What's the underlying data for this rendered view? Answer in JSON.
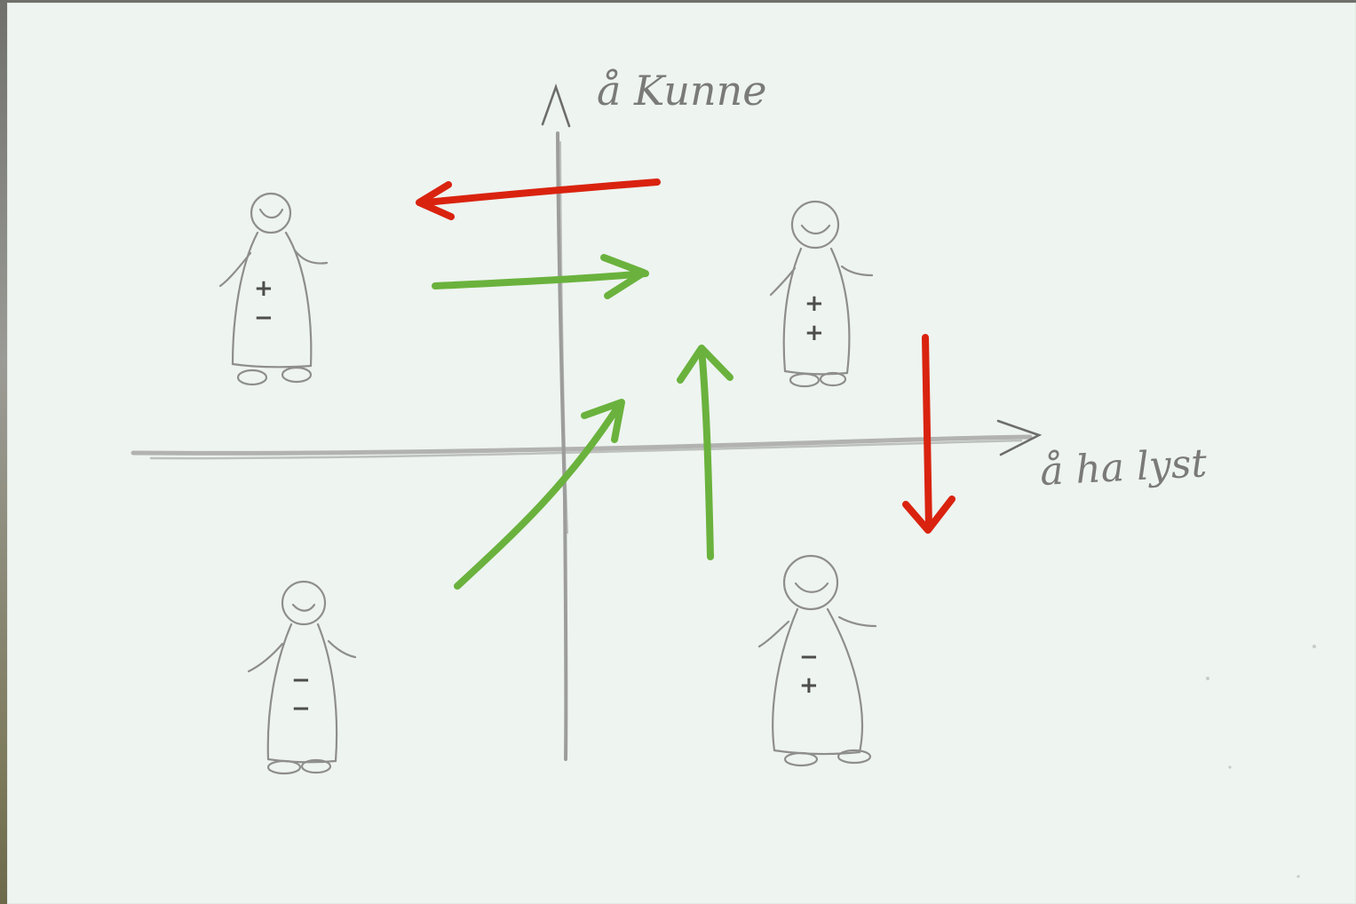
{
  "axes": {
    "vertical_label": "å Kunne",
    "horizontal_label": "å ha lyst"
  },
  "figures": [
    {
      "id": "top-left",
      "quadrant": "upper-left",
      "signs": [
        "+",
        "−"
      ]
    },
    {
      "id": "top-right",
      "quadrant": "upper-right",
      "signs": [
        "+",
        "+"
      ]
    },
    {
      "id": "bottom-left",
      "quadrant": "lower-left",
      "signs": [
        "−",
        "−"
      ]
    },
    {
      "id": "bottom-right",
      "quadrant": "lower-right",
      "signs": [
        "−",
        "+"
      ]
    }
  ],
  "arrows": [
    {
      "id": "red-left",
      "color": "#d9230f",
      "direction": "left"
    },
    {
      "id": "green-right",
      "color": "#6ab23d",
      "direction": "right"
    },
    {
      "id": "green-diagonal",
      "color": "#6ab23d",
      "direction": "up-right"
    },
    {
      "id": "green-up",
      "color": "#6ab23d",
      "direction": "up"
    },
    {
      "id": "red-down",
      "color": "#d9230f",
      "direction": "down"
    }
  ]
}
